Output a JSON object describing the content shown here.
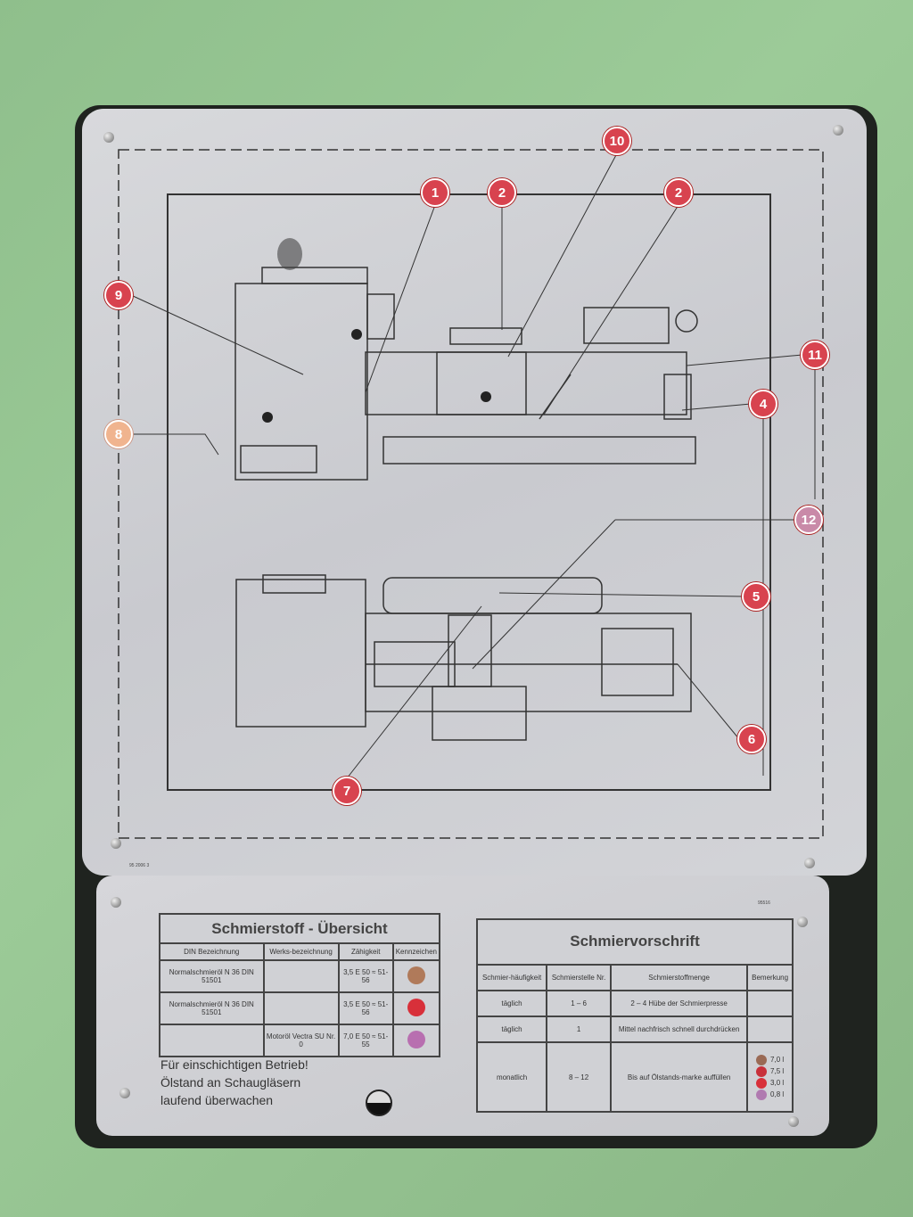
{
  "callouts": [
    {
      "n": "10",
      "style": "red"
    },
    {
      "n": "1",
      "style": "red"
    },
    {
      "n": "2",
      "style": "red"
    },
    {
      "n": "2",
      "style": "red"
    },
    {
      "n": "9",
      "style": "red"
    },
    {
      "n": "11",
      "style": "red"
    },
    {
      "n": "4",
      "style": "red"
    },
    {
      "n": "8",
      "style": "pale"
    },
    {
      "n": "12",
      "style": "hex"
    },
    {
      "n": "5",
      "style": "red"
    },
    {
      "n": "6",
      "style": "red"
    },
    {
      "n": "7",
      "style": "red"
    }
  ],
  "lubricant_table": {
    "title": "Schmierstoff - Übersicht",
    "headers": [
      "DIN Bezeichnung",
      "Werks-bezeichnung",
      "Zähigkeit",
      "Kennzeichen"
    ],
    "rows": [
      {
        "din": "Normalschmieröl N 36 DIN 51501",
        "werk": "",
        "visc": "3,5 E 50 ≈ 51-56",
        "color": "#b07a5a"
      },
      {
        "din": "Normalschmieröl N 36 DIN 51501",
        "werk": "",
        "visc": "3,5 E 50 ≈ 51-56",
        "color": "#d8303a"
      },
      {
        "din": "",
        "werk": "Motoröl Vectra SU Nr. 0",
        "visc": "7,0 E 50 ≈ 51-55",
        "color": "#b86fb0"
      }
    ]
  },
  "notes": [
    "Für einschichtigen Betrieb!",
    "Ölstand an Schaugläsern",
    "laufend überwachen"
  ],
  "schedule_table": {
    "title": "Schmiervorschrift",
    "headers": [
      "Schmier-häufigkeit",
      "Schmierstelle Nr.",
      "Schmierstoffmenge",
      "Bemerkung"
    ],
    "rows": [
      {
        "freq": "täglich",
        "points": "1 – 6",
        "amount": "2 – 4 Hübe der Schmierpresse"
      },
      {
        "freq": "täglich",
        "points": "1",
        "amount": "Mittel nachfrisch schnell durchdrücken"
      },
      {
        "freq": "monatlich",
        "points": "8 – 12",
        "amount": "Bis auf Ölstands-marke auffüllen"
      }
    ],
    "remarks": [
      {
        "label": "7,0 l",
        "color": "#9a6a55"
      },
      {
        "label": "7,5 l",
        "color": "#c8303a"
      },
      {
        "label": "3,0 l",
        "color": "#d8303a"
      },
      {
        "label": "0,8 l",
        "color": "#b07ab0"
      }
    ]
  },
  "codes": {
    "left": "95 2006 3",
    "right": "95516"
  }
}
